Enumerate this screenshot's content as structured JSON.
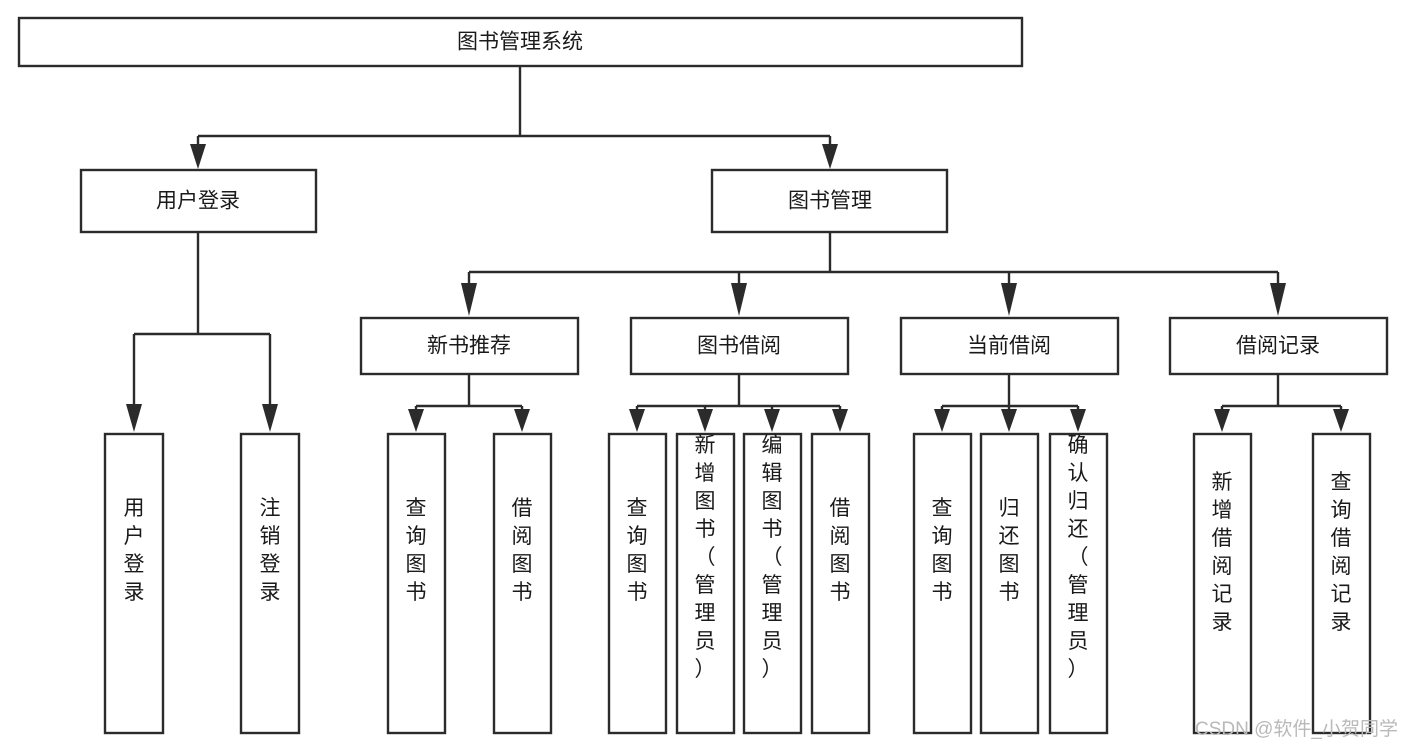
{
  "diagram": {
    "type": "tree-hierarchy-flowchart",
    "title": "图书管理系统",
    "background_color": "#ffffff",
    "box_stroke_color": "#2b2b2b",
    "box_fill_color": "#ffffff",
    "text_color": "#1a1a1a",
    "levels": {
      "level1": [
        {
          "id": "root",
          "label": "图书管理系统",
          "orientation": "horizontal"
        }
      ],
      "level2": [
        {
          "id": "user-login",
          "label": "用户登录",
          "orientation": "horizontal",
          "parent": "root"
        },
        {
          "id": "book-manage",
          "label": "图书管理",
          "orientation": "horizontal",
          "parent": "root"
        }
      ],
      "level3": [
        {
          "id": "new-book-recommend",
          "label": "新书推荐",
          "orientation": "horizontal",
          "parent": "book-manage"
        },
        {
          "id": "book-borrow",
          "label": "图书借阅",
          "orientation": "horizontal",
          "parent": "book-manage"
        },
        {
          "id": "current-borrow",
          "label": "当前借阅",
          "orientation": "horizontal",
          "parent": "book-manage"
        },
        {
          "id": "borrow-record",
          "label": "借阅记录",
          "orientation": "horizontal",
          "parent": "book-manage"
        }
      ],
      "level4": [
        {
          "id": "leaf-user-login",
          "label": "用户登录",
          "orientation": "vertical",
          "parent": "user-login"
        },
        {
          "id": "leaf-logout",
          "label": "注销登录",
          "orientation": "vertical",
          "parent": "user-login"
        },
        {
          "id": "leaf-query-book-1",
          "label": "查询图书",
          "orientation": "vertical",
          "parent": "new-book-recommend"
        },
        {
          "id": "leaf-borrow-book-1",
          "label": "借阅图书",
          "orientation": "vertical",
          "parent": "new-book-recommend"
        },
        {
          "id": "leaf-query-book-2",
          "label": "查询图书",
          "orientation": "vertical",
          "parent": "book-borrow"
        },
        {
          "id": "leaf-add-book",
          "label": "新增图书（管理员）",
          "orientation": "vertical",
          "parent": "book-borrow"
        },
        {
          "id": "leaf-edit-book",
          "label": "编辑图书（管理员）",
          "orientation": "vertical",
          "parent": "book-borrow"
        },
        {
          "id": "leaf-borrow-book-2",
          "label": "借阅图书",
          "orientation": "vertical",
          "parent": "book-borrow"
        },
        {
          "id": "leaf-query-book-3",
          "label": "查询图书",
          "orientation": "vertical",
          "parent": "current-borrow"
        },
        {
          "id": "leaf-return-book",
          "label": "归还图书",
          "orientation": "vertical",
          "parent": "current-borrow"
        },
        {
          "id": "leaf-confirm-return",
          "label": "确认归还（管理员）",
          "orientation": "vertical",
          "parent": "current-borrow"
        },
        {
          "id": "leaf-add-record",
          "label": "新增借阅记录",
          "orientation": "vertical",
          "parent": "borrow-record"
        },
        {
          "id": "leaf-query-record",
          "label": "查询借阅记录",
          "orientation": "vertical",
          "parent": "borrow-record"
        }
      ]
    }
  },
  "watermark": {
    "text": "CSDN @软件_小贺同学",
    "color": "#b9b9b9"
  }
}
